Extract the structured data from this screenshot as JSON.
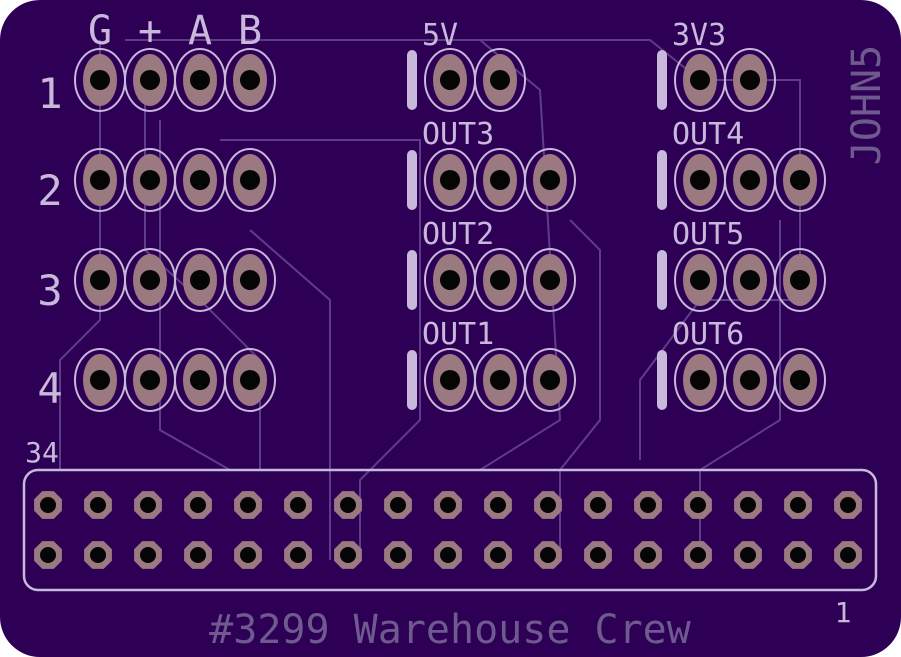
{
  "board": {
    "header_labels": [
      "G",
      "+",
      "A",
      "B"
    ],
    "row_labels": [
      "1",
      "2",
      "3",
      "4"
    ],
    "out_labels": {
      "mid": [
        "5V",
        "OUT3",
        "OUT2",
        "OUT1"
      ],
      "right": [
        "3V3",
        "OUT4",
        "OUT5",
        "OUT6"
      ]
    },
    "side_label": "JOHN5",
    "connector": {
      "pin_first": "1",
      "pin_last": "34",
      "pins_per_row": 17,
      "rows": 2
    },
    "footer_label": "#3299 Warehouse Crew"
  },
  "colors": {
    "pcb": "#2d0055",
    "silkscreen": "#c8b9dc",
    "copper_pad": "#9a7a80",
    "drill": "#050505",
    "trace_outline": "#5e3d88",
    "footer_text": "#6f5a8f"
  }
}
